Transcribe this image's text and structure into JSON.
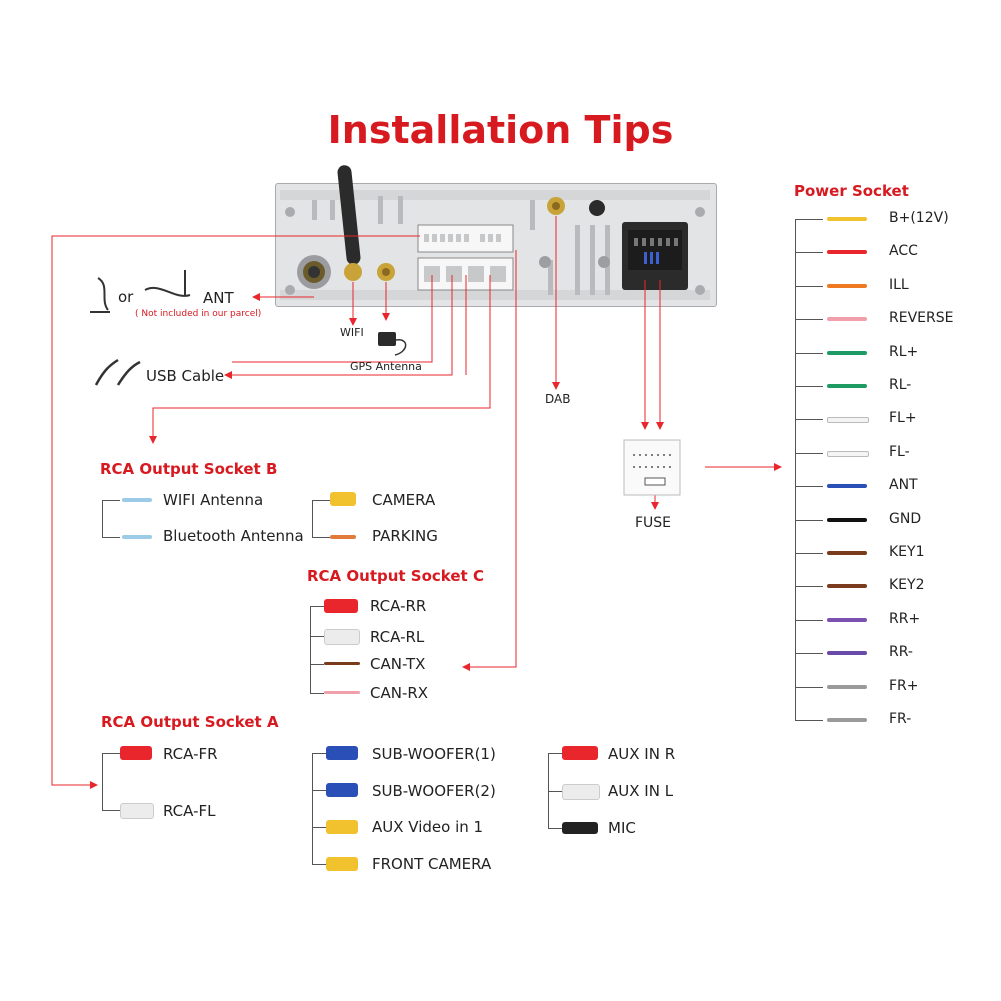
{
  "title": "Installation Tips",
  "antenna": {
    "or_text": "or",
    "ant_label": "ANT",
    "ant_note": "( Not included in our parcel)",
    "wifi_label": "WIFI",
    "gps_label": "GPS Antenna",
    "usb_label": "USB Cable",
    "dab_label": "DAB",
    "fuse_label": "FUSE"
  },
  "rca_b": {
    "title": "RCA Output Socket B",
    "items": [
      "WIFI Antenna",
      "Bluetooth Antenna",
      "CAMERA",
      "PARKING"
    ]
  },
  "rca_c": {
    "title": "RCA Output Socket C",
    "items": [
      "RCA-RR",
      "RCA-RL",
      "CAN-TX",
      "CAN-RX"
    ]
  },
  "rca_a": {
    "title": "RCA Output Socket A",
    "col1": [
      "RCA-FR",
      "RCA-FL"
    ],
    "col2": [
      "SUB-WOOFER(1)",
      "SUB-WOOFER(2)",
      "AUX Video in 1",
      "FRONT CAMERA"
    ],
    "col3": [
      "AUX IN R",
      "AUX IN L",
      "MIC"
    ]
  },
  "power": {
    "title": "Power Socket",
    "items": [
      {
        "label": "B+(12V)",
        "color": "#f2c12e"
      },
      {
        "label": "ACC",
        "color": "#e8262b"
      },
      {
        "label": "ILL",
        "color": "#f07a22"
      },
      {
        "label": "REVERSE",
        "color": "#f0a0aa"
      },
      {
        "label": "RL+",
        "color": "#1e9a63"
      },
      {
        "label": "RL-",
        "color": "#1e9a63"
      },
      {
        "label": "FL+",
        "color": "#f4f4f4"
      },
      {
        "label": "FL-",
        "color": "#f4f4f4"
      },
      {
        "label": "ANT",
        "color": "#2a4fb6"
      },
      {
        "label": "GND",
        "color": "#111111"
      },
      {
        "label": "KEY1",
        "color": "#7a3a1c"
      },
      {
        "label": "KEY2",
        "color": "#7a3a1c"
      },
      {
        "label": "RR+",
        "color": "#7a50b0"
      },
      {
        "label": "RR-",
        "color": "#6a4aa8"
      },
      {
        "label": "FR+",
        "color": "#9a9a9a"
      },
      {
        "label": "FR-",
        "color": "#9a9a9a"
      }
    ]
  },
  "colors": {
    "accent": "#d71920",
    "line": "#555555"
  }
}
